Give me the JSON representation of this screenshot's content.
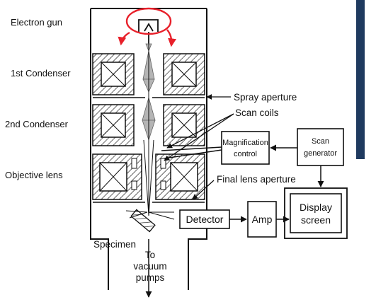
{
  "labels": {
    "electron_gun": "Electron gun",
    "condenser_1": "1st Condenser",
    "condenser_2": "2nd Condenser",
    "objective_lens": "Objective lens",
    "spray_aperture": "Spray aperture",
    "scan_coils": "Scan coils",
    "final_lens_aperture": "Final lens aperture",
    "magnification_control": [
      "Magnification",
      "control"
    ],
    "scan_generator": [
      "Scan",
      "generator"
    ],
    "detector": "Detector",
    "amp": "Amp",
    "display_screen": [
      "Display",
      "screen"
    ],
    "specimen": "Specimen",
    "vacuum_pumps": [
      "To",
      "vacuum",
      "pumps"
    ]
  },
  "colors": {
    "ink": "#111111",
    "annotation_red": "#e8202a",
    "beam_fill": "#b5b5b5",
    "sidebar_bar": "#1f3a5f"
  }
}
